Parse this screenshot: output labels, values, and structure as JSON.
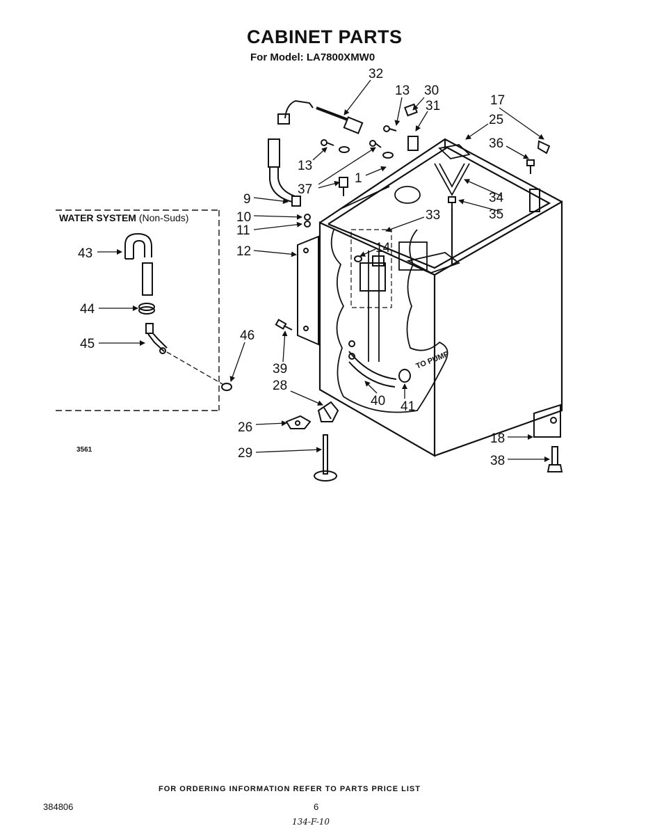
{
  "header": {
    "title": "CABINET PARTS",
    "subtitle": "For Model: LA7800XMW0"
  },
  "water_system": {
    "title": "WATER SYSTEM",
    "subtitle": "(Non-Suds)"
  },
  "figure_number": "3561",
  "callouts": [
    "32",
    "13",
    "30",
    "31",
    "17",
    "25",
    "36",
    "13",
    "37",
    "1",
    "9",
    "10",
    "11",
    "12",
    "33",
    "14",
    "34",
    "35",
    "43",
    "44",
    "45",
    "46",
    "39",
    "28",
    "40",
    "41",
    "26",
    "29",
    "18",
    "38"
  ],
  "inline_label": "TO PUMP",
  "footer": {
    "ordering_note": "FOR ORDERING INFORMATION REFER TO PARTS PRICE LIST",
    "document_number": "384806",
    "page_number": "6",
    "handwritten_note": "134-F-10"
  }
}
